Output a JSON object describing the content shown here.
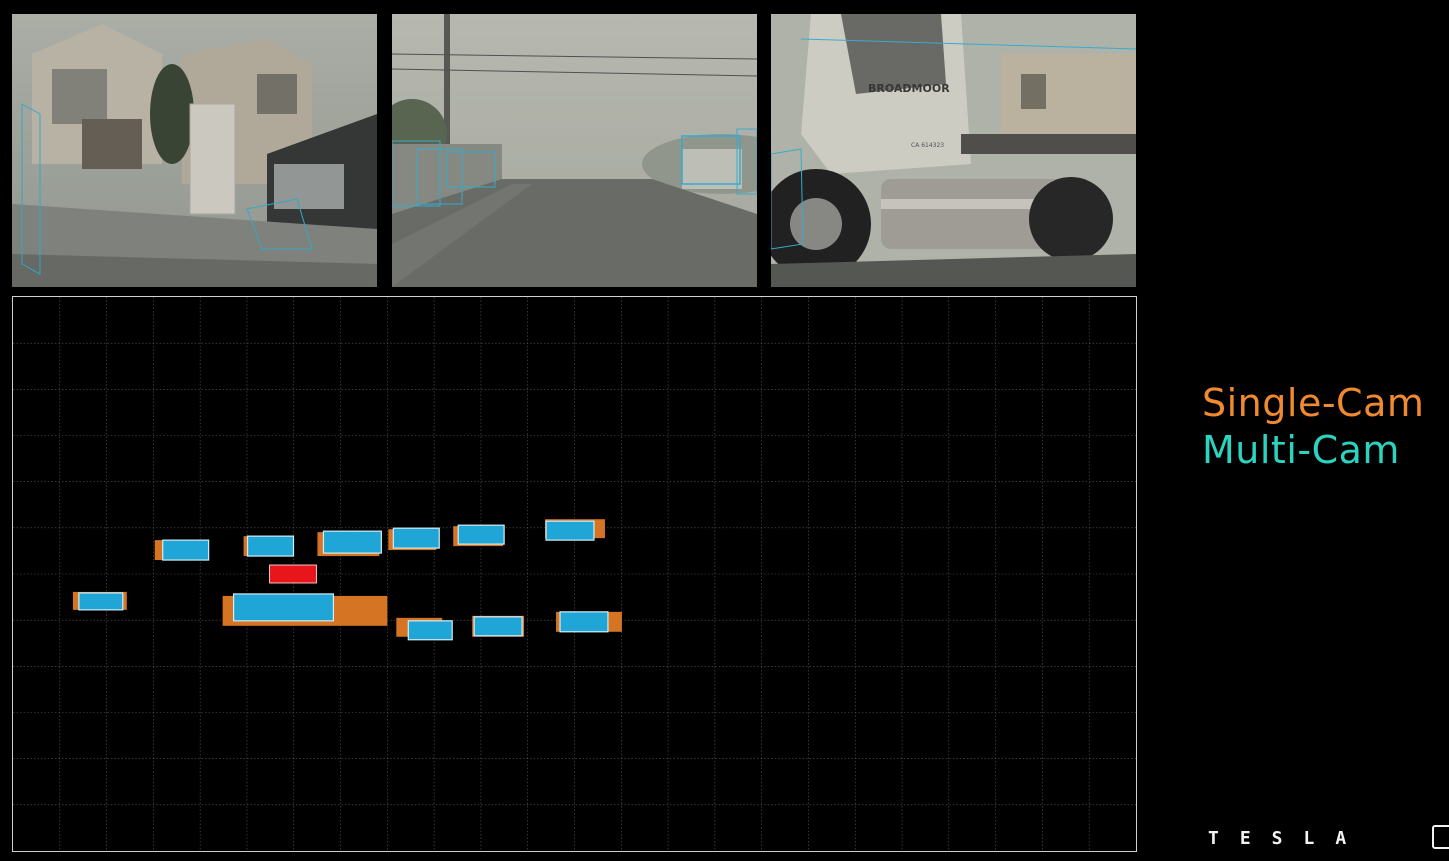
{
  "cameras": [
    {
      "id": "left",
      "label": "left-camera-view"
    },
    {
      "id": "front",
      "label": "front-camera-view"
    },
    {
      "id": "right",
      "label": "right-camera-view"
    }
  ],
  "truck_text": {
    "company": "BROADMOOR",
    "plate": "CA 614323"
  },
  "legend": {
    "single_cam": "Single-Cam",
    "multi_cam": "Multi-Cam"
  },
  "colors": {
    "single_cam": "#f08a30",
    "multi_cam": "#2ad4c0",
    "box_fill": "#1fa6d6",
    "ego": "#e8151b",
    "grid": "#5a5a5a"
  },
  "brand": {
    "logo_text": "TESLA"
  }
}
